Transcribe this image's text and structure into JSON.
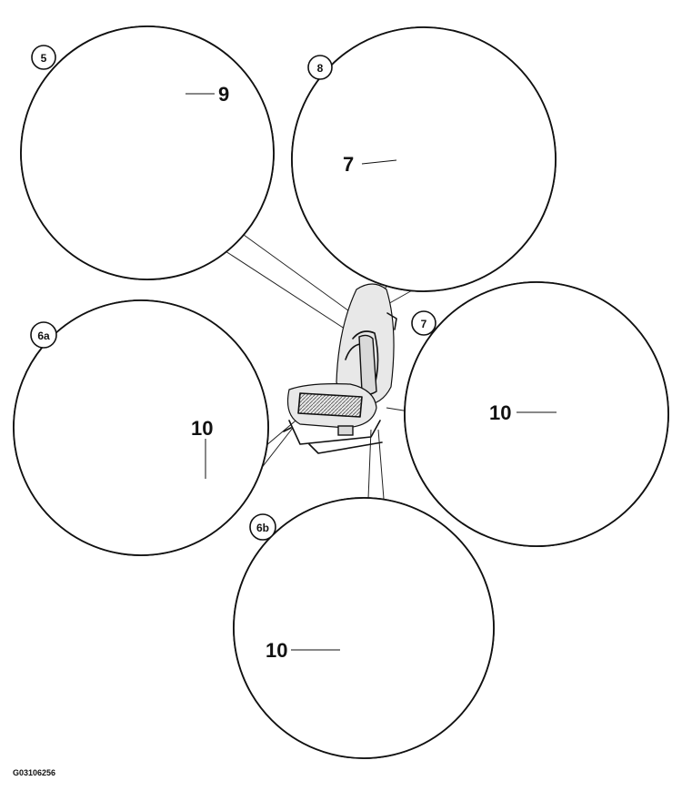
{
  "steps": {
    "step_5": "5",
    "step_8": "8",
    "step_6a": "6a",
    "step_7": "7",
    "step_6b": "6b"
  },
  "callouts": {
    "cover_seam": "9",
    "backrest_cover": "7",
    "clip_6a": "10",
    "clip_7": "10",
    "clip_6b": "10"
  },
  "figure_code": "G03106256"
}
